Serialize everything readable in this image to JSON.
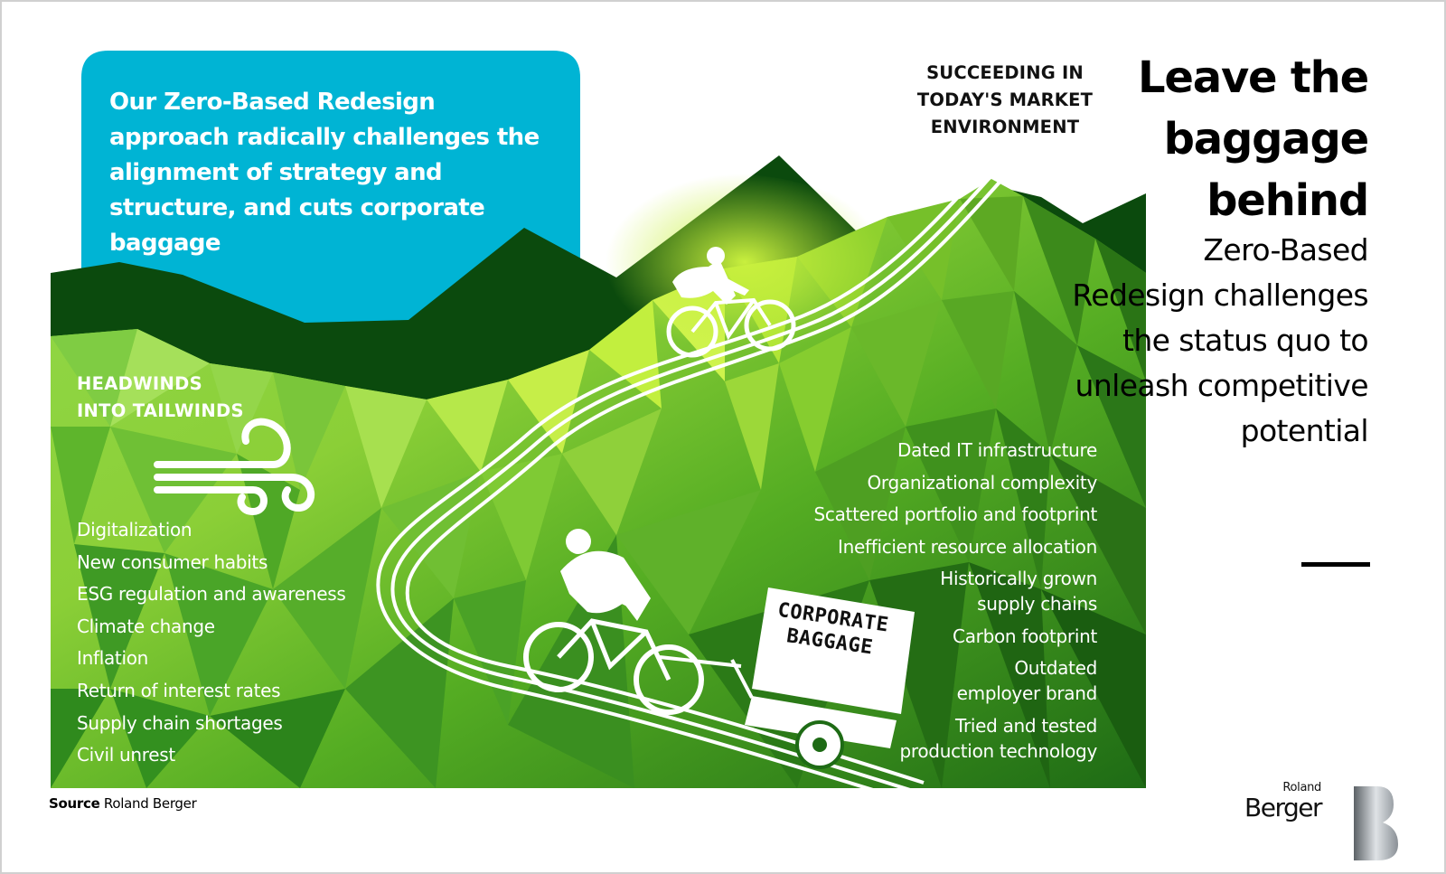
{
  "callout": {
    "text": "Our Zero-Based Redesign approach radically challenges the alignment of strategy and structure, and cuts corporate baggage",
    "color": "#00b4d4"
  },
  "summit_label": "SUCCEEDING IN TODAY'S MARKET ENVIRONMENT",
  "headwinds_label": "HEADWINDS INTO TAILWINDS",
  "left_items": [
    "Digitalization",
    "New consumer habits",
    "ESG regulation and  awareness",
    "Climate change",
    "Inflation",
    "Return of interest rates",
    "Supply chain shortages",
    "Civil unrest"
  ],
  "right_items": [
    "Dated IT infrastructure",
    "Organizational complexity",
    "Scattered portfolio and footprint",
    "Inefficient resource allocation",
    "Historically grown\nsupply chains",
    "Carbon footprint",
    "Outdated\nemployer brand",
    "Tried and tested\nproduction technology"
  ],
  "baggage_label": "CORPORATE BAGGAGE",
  "heading": "Leave the baggage behind",
  "subheading": "Zero-Based Redesign challenges the status quo to unleash competitive potential",
  "source": {
    "label": "Source",
    "text": "Roland Berger"
  },
  "logo": {
    "small": "Roland",
    "big": "Berger"
  },
  "icons": {
    "wind": "wind-icon",
    "cyclist_top": "cyclist-icon",
    "cyclist_bottom": "cyclist-icon",
    "trailer": "trailer-icon",
    "logo_mark": "berger-b-logo-icon"
  },
  "colors": {
    "dark_mountain": "#0b4a0d",
    "bright_green": "#bde83a",
    "mid_green": "#6cbf2c",
    "deep_green": "#236b14",
    "text": "#000000",
    "white": "#ffffff"
  }
}
